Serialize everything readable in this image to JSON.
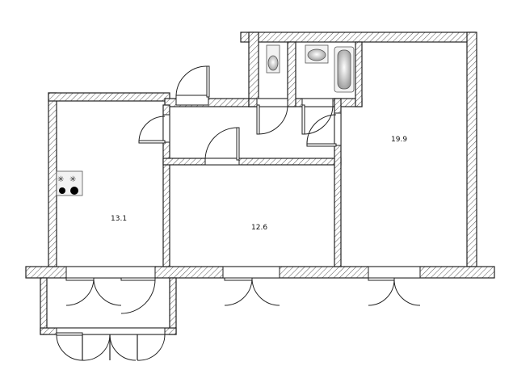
{
  "rooms": [
    {
      "id": "kitchen",
      "area": "13.1"
    },
    {
      "id": "middle-room",
      "area": "12.6"
    },
    {
      "id": "large-room",
      "area": "19.9"
    }
  ],
  "icons": {
    "stove": "stove-icon",
    "toilet": "toilet-icon",
    "sink": "sink-icon",
    "bathtub": "bathtub-icon"
  },
  "colors": {
    "wall_stroke": "#222222",
    "background": "#ffffff"
  }
}
